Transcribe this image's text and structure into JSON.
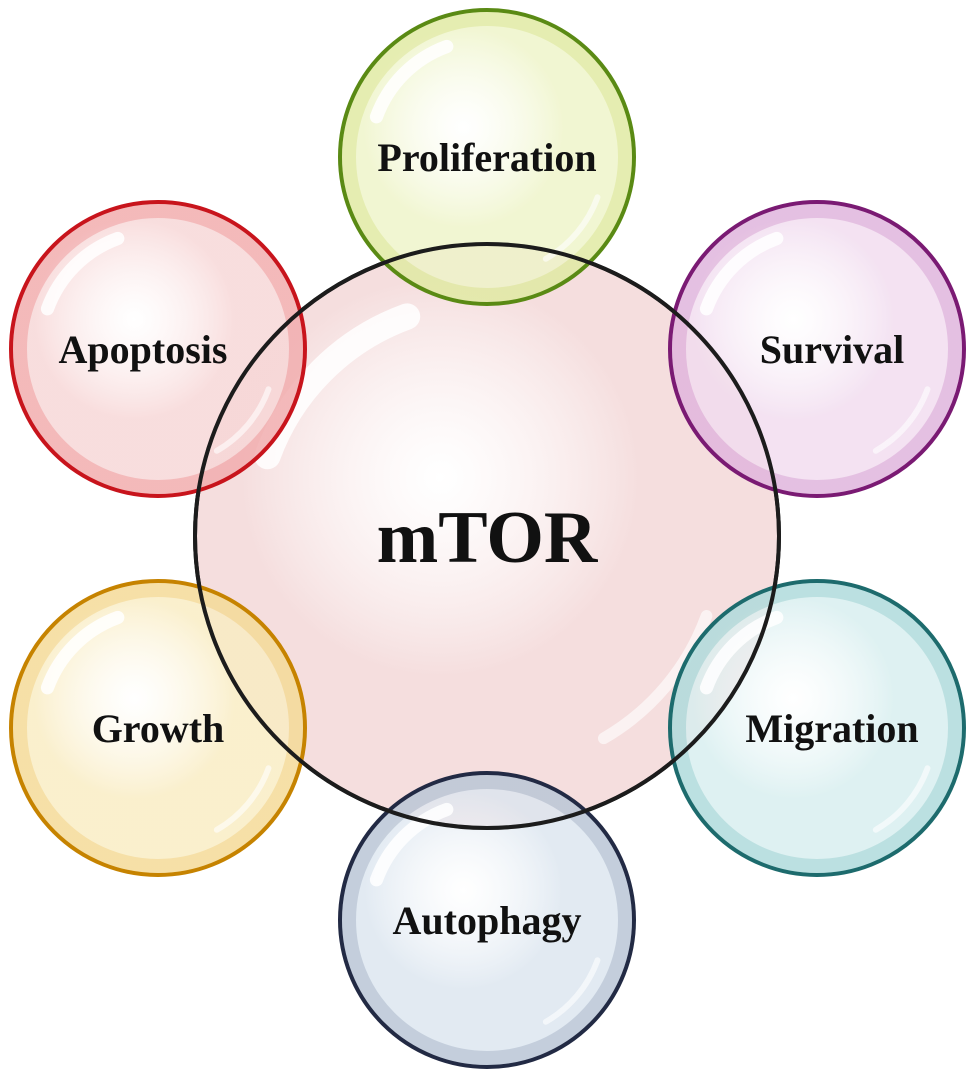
{
  "center": {
    "label": "mTOR",
    "fill": "#f5dede",
    "stroke": "#1c1c1c"
  },
  "nodes": [
    {
      "id": "proliferation",
      "label": "Proliferation",
      "fill": "#eef4c8",
      "stroke": "#5a8a14",
      "tint": "#b9cc3a"
    },
    {
      "id": "survival",
      "label": "Survival",
      "fill": "#f1dcef",
      "stroke": "#7a1a73",
      "tint": "#b24aa8"
    },
    {
      "id": "migration",
      "label": "Migration",
      "fill": "#d7eeef",
      "stroke": "#1d6b6d",
      "tint": "#3fa3a3"
    },
    {
      "id": "autophagy",
      "label": "Autophagy",
      "fill": "#dbe5ef",
      "stroke": "#222a44",
      "tint": "#5a6f8c"
    },
    {
      "id": "growth",
      "label": "Growth",
      "fill": "#f9ecc2",
      "stroke": "#c68300",
      "tint": "#e9a81e"
    },
    {
      "id": "apoptosis",
      "label": "Apoptosis",
      "fill": "#f7d6d6",
      "stroke": "#c8141c",
      "tint": "#e23a3e"
    }
  ]
}
